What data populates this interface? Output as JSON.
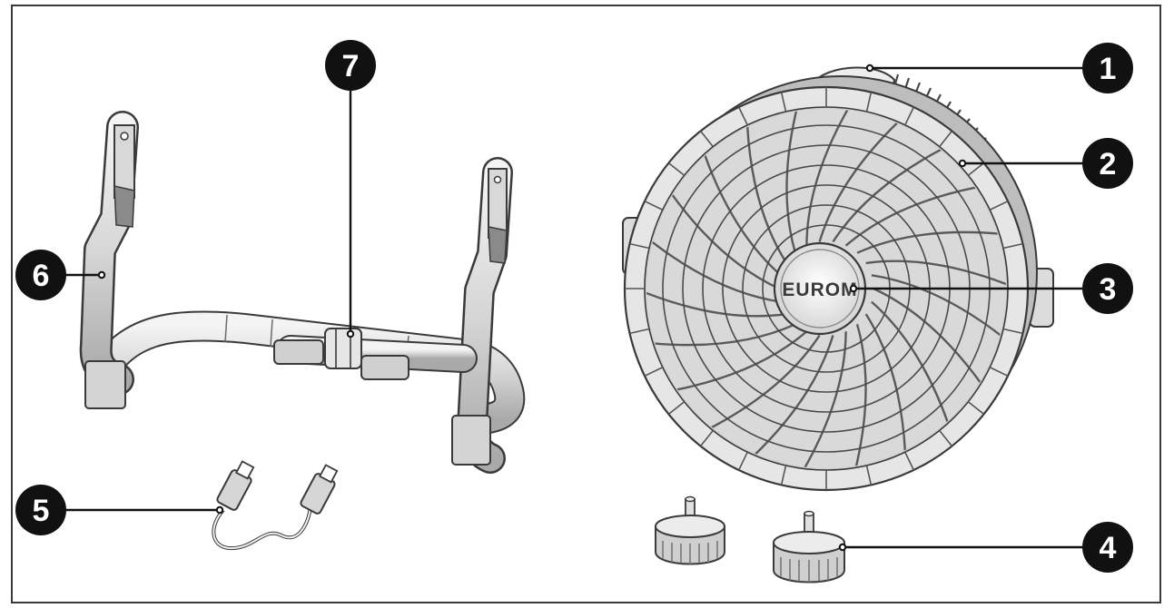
{
  "brand": "EUROM",
  "callouts": [
    {
      "label": "1"
    },
    {
      "label": "2"
    },
    {
      "label": "3"
    },
    {
      "label": "4"
    },
    {
      "label": "5"
    },
    {
      "label": "6"
    },
    {
      "label": "7"
    }
  ]
}
